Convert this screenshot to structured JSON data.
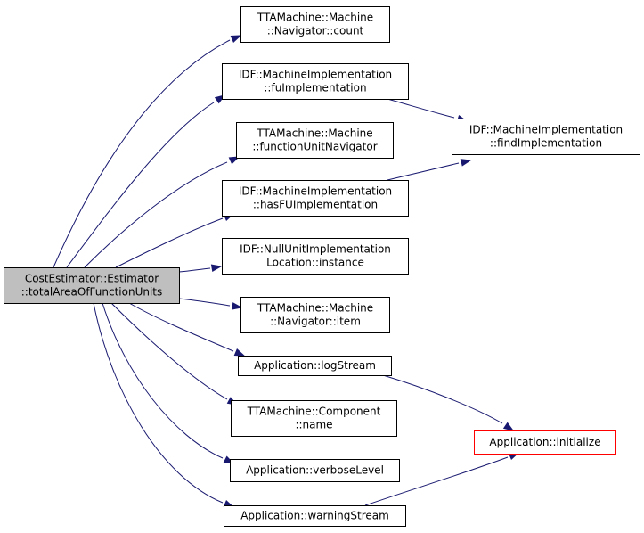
{
  "graph": {
    "nodes": [
      {
        "id": "root",
        "lines": [
          "CostEstimator::Estimator",
          "::totalAreaOfFunctionUnits"
        ],
        "style": "root"
      },
      {
        "id": "nav_count",
        "lines": [
          "TTAMachine::Machine",
          "::Navigator::count"
        ],
        "style": "normal"
      },
      {
        "id": "fu_impl",
        "lines": [
          "IDF::MachineImplementation",
          "::fuImplementation"
        ],
        "style": "normal"
      },
      {
        "id": "fu_nav",
        "lines": [
          "TTAMachine::Machine",
          "::functionUnitNavigator"
        ],
        "style": "normal"
      },
      {
        "id": "find_impl",
        "lines": [
          "IDF::MachineImplementation",
          "::findImplementation"
        ],
        "style": "normal"
      },
      {
        "id": "has_fu",
        "lines": [
          "IDF::MachineImplementation",
          "::hasFUImplementation"
        ],
        "style": "normal"
      },
      {
        "id": "null_unit",
        "lines": [
          "IDF::NullUnitImplementation",
          "Location::instance"
        ],
        "style": "normal"
      },
      {
        "id": "nav_item",
        "lines": [
          "TTAMachine::Machine",
          "::Navigator::item"
        ],
        "style": "normal"
      },
      {
        "id": "log_stream",
        "lines": [
          "Application::logStream"
        ],
        "style": "normal"
      },
      {
        "id": "comp_name",
        "lines": [
          "TTAMachine::Component",
          "::name"
        ],
        "style": "normal"
      },
      {
        "id": "initialize",
        "lines": [
          "Application::initialize"
        ],
        "style": "red"
      },
      {
        "id": "verbose",
        "lines": [
          "Application::verboseLevel"
        ],
        "style": "normal"
      },
      {
        "id": "warning",
        "lines": [
          "Application::warningStream"
        ],
        "style": "normal"
      }
    ],
    "edges": [
      {
        "from": "root",
        "to": "nav_count"
      },
      {
        "from": "root",
        "to": "fu_impl"
      },
      {
        "from": "root",
        "to": "fu_nav"
      },
      {
        "from": "root",
        "to": "has_fu"
      },
      {
        "from": "root",
        "to": "null_unit"
      },
      {
        "from": "root",
        "to": "nav_item"
      },
      {
        "from": "root",
        "to": "log_stream"
      },
      {
        "from": "root",
        "to": "comp_name"
      },
      {
        "from": "root",
        "to": "verbose"
      },
      {
        "from": "root",
        "to": "warning"
      },
      {
        "from": "fu_impl",
        "to": "find_impl"
      },
      {
        "from": "has_fu",
        "to": "find_impl"
      },
      {
        "from": "log_stream",
        "to": "initialize"
      },
      {
        "from": "warning",
        "to": "initialize"
      }
    ]
  }
}
